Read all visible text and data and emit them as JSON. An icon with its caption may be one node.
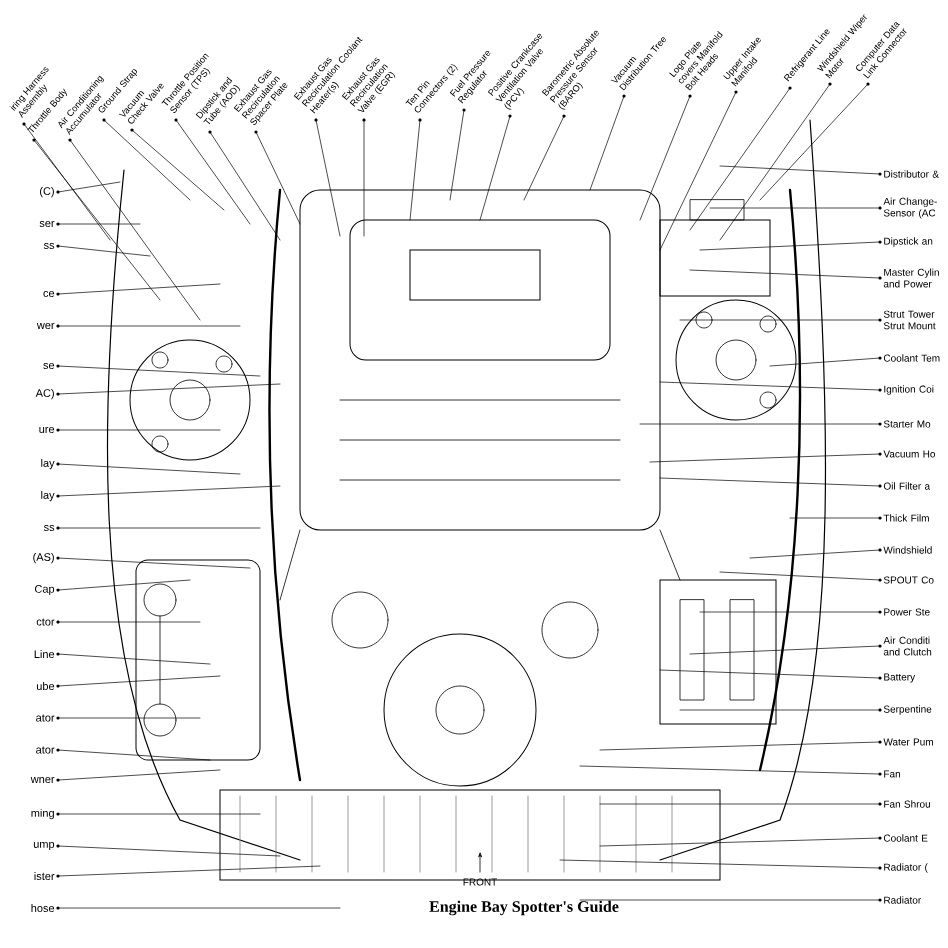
{
  "diagram": {
    "title": "Engine Bay Spotter's Guide",
    "nodes": [
      {
        "text": [
          "iring Harness Assembly"
        ]
      },
      {
        "text": [
          "Throttle Body"
        ]
      },
      {
        "text": [
          "Air Conditioning Accumulator"
        ]
      },
      {
        "text": [
          "Ground Strap"
        ]
      },
      {
        "text": [
          "Vacuum Check Valve"
        ]
      },
      {
        "text": [
          "Throttle Position Sensor (TPS)"
        ]
      },
      {
        "text": [
          "Dipstick and Tube (AOD)"
        ]
      },
      {
        "text": [
          "Exhaust Gas Recirculation Spacer Plate"
        ]
      },
      {
        "text": [
          "Exhaust Gas Recirculation Coolant Heater(s)"
        ]
      },
      {
        "text": [
          "Exhaust Gas Recirculation Valve (EGR)"
        ]
      },
      {
        "text": [
          "Ten Pin Connectors (2)"
        ]
      },
      {
        "text": [
          "Fuel Pressure Regulator"
        ]
      },
      {
        "text": [
          "Positive Crankcase Ventilation Valve (PCV)"
        ]
      },
      {
        "text": [
          "Barometric Absolute Pressure Sensor (BARO)"
        ]
      },
      {
        "text": [
          "Vacuum Distribution Tree"
        ]
      },
      {
        "text": [
          "Logo Plate covers Manifold Bolt Heads"
        ]
      },
      {
        "text": [
          "Upper Intake Manifold"
        ]
      },
      {
        "text": [
          "Refrigerant Line"
        ]
      },
      {
        "text": [
          "Windshield Wiper Motor"
        ]
      },
      {
        "text": [
          "Computer Data Link Connector"
        ]
      },
      {
        "text": [
          "Distributor &"
        ]
      },
      {
        "text": [
          "Air Change- Sensor (AC"
        ]
      },
      {
        "text": [
          "Dipstick an"
        ]
      },
      {
        "text": [
          "Master Cylin and Power"
        ]
      },
      {
        "text": [
          "Strut Tower Strut Mount"
        ]
      },
      {
        "text": [
          "Coolant Tem"
        ]
      },
      {
        "text": [
          "Ignition Coi"
        ]
      },
      {
        "text": [
          "Starter Mo"
        ]
      },
      {
        "text": [
          "Vacuum Ho"
        ]
      },
      {
        "text": [
          "Oil Filter a"
        ]
      },
      {
        "text": [
          "Thick Film"
        ]
      },
      {
        "text": [
          "Windshield"
        ]
      },
      {
        "text": [
          "SPOUT Co"
        ]
      },
      {
        "text": [
          "Power Ste"
        ]
      },
      {
        "text": [
          "Air Conditi and Clutch"
        ]
      },
      {
        "text": [
          "Battery"
        ]
      },
      {
        "text": [
          "Serpentine"
        ]
      },
      {
        "text": [
          "Water Pum"
        ]
      },
      {
        "text": [
          "Fan"
        ]
      },
      {
        "text": [
          "Fan Shrou"
        ]
      },
      {
        "text": [
          "Coolant E"
        ]
      },
      {
        "text": [
          "Radiator ("
        ]
      },
      {
        "text": [
          "Radiator"
        ]
      },
      {
        "text": [
          "(C)"
        ]
      },
      {
        "text": [
          "ser"
        ]
      },
      {
        "text": [
          "ss"
        ]
      },
      {
        "text": [
          "ce"
        ]
      },
      {
        "text": [
          "wer"
        ]
      },
      {
        "text": [
          "se"
        ]
      },
      {
        "text": [
          "AC)"
        ]
      },
      {
        "text": [
          "ure"
        ]
      },
      {
        "text": [
          "lay"
        ]
      },
      {
        "text": [
          "lay"
        ]
      },
      {
        "text": [
          "ss"
        ]
      },
      {
        "text": [
          "(AS)"
        ]
      },
      {
        "text": [
          "Cap"
        ]
      },
      {
        "text": [
          "ctor"
        ]
      },
      {
        "text": [
          "Line"
        ]
      },
      {
        "text": [
          "ube"
        ]
      },
      {
        "text": [
          "ator"
        ]
      },
      {
        "text": [
          "ator"
        ]
      },
      {
        "text": [
          "wner"
        ]
      },
      {
        "text": [
          "ming"
        ]
      },
      {
        "text": [
          "ump"
        ]
      },
      {
        "text": [
          "ister"
        ]
      },
      {
        "text": [
          "hose"
        ]
      }
    ],
    "edges": [
      {
        "from": 0,
        "to": null,
        "arrow": "none"
      },
      {
        "from": 1,
        "to": null,
        "arrow": "none"
      },
      {
        "from": 2,
        "to": null,
        "arrow": "none"
      },
      {
        "from": 3,
        "to": null,
        "arrow": "none"
      },
      {
        "from": 4,
        "to": null,
        "arrow": "none"
      },
      {
        "from": 5,
        "to": null,
        "arrow": "none"
      },
      {
        "from": 6,
        "to": null,
        "arrow": "none"
      },
      {
        "from": 7,
        "to": null,
        "arrow": "none"
      },
      {
        "from": 8,
        "to": null,
        "arrow": "none"
      },
      {
        "from": 9,
        "to": null,
        "arrow": "none"
      },
      {
        "from": 10,
        "to": null,
        "arrow": "none"
      },
      {
        "from": 11,
        "to": null,
        "arrow": "none"
      },
      {
        "from": 12,
        "to": null,
        "arrow": "none"
      },
      {
        "from": 13,
        "to": null,
        "arrow": "none"
      },
      {
        "from": 14,
        "to": null,
        "arrow": "none"
      },
      {
        "from": 15,
        "to": null,
        "arrow": "none"
      },
      {
        "from": 16,
        "to": null,
        "arrow": "none"
      },
      {
        "from": 17,
        "to": null,
        "arrow": "none"
      },
      {
        "from": 18,
        "to": null,
        "arrow": "none"
      },
      {
        "from": 19,
        "to": null,
        "arrow": "none"
      },
      {
        "from": 20,
        "to": null,
        "arrow": "none"
      },
      {
        "from": 21,
        "to": null,
        "arrow": "none"
      },
      {
        "from": 22,
        "to": null,
        "arrow": "none"
      },
      {
        "from": 23,
        "to": null,
        "arrow": "none"
      },
      {
        "from": 24,
        "to": null,
        "arrow": "none"
      },
      {
        "from": 25,
        "to": null,
        "arrow": "none"
      },
      {
        "from": 26,
        "to": null,
        "arrow": "none"
      },
      {
        "from": 27,
        "to": null,
        "arrow": "none"
      },
      {
        "from": 28,
        "to": null,
        "arrow": "none"
      },
      {
        "from": 29,
        "to": null,
        "arrow": "none"
      },
      {
        "from": 30,
        "to": null,
        "arrow": "none"
      },
      {
        "from": 31,
        "to": null,
        "arrow": "none"
      },
      {
        "from": 32,
        "to": null,
        "arrow": "none"
      },
      {
        "from": 33,
        "to": null,
        "arrow": "none"
      },
      {
        "from": 34,
        "to": null,
        "arrow": "none"
      },
      {
        "from": 35,
        "to": null,
        "arrow": "none"
      },
      {
        "from": 36,
        "to": null,
        "arrow": "none"
      },
      {
        "from": 37,
        "to": null,
        "arrow": "none"
      },
      {
        "from": 38,
        "to": null,
        "arrow": "none"
      },
      {
        "from": 39,
        "to": null,
        "arrow": "none"
      },
      {
        "from": 40,
        "to": null,
        "arrow": "none"
      },
      {
        "from": 41,
        "to": null,
        "arrow": "none"
      },
      {
        "from": 42,
        "to": null,
        "arrow": "none"
      },
      {
        "from": 43,
        "to": null,
        "arrow": "none"
      },
      {
        "from": 44,
        "to": null,
        "arrow": "none"
      },
      {
        "from": 45,
        "to": null,
        "arrow": "none"
      },
      {
        "from": 46,
        "to": null,
        "arrow": "none"
      },
      {
        "from": 47,
        "to": null,
        "arrow": "none"
      },
      {
        "from": 48,
        "to": null,
        "arrow": "none"
      },
      {
        "from": 49,
        "to": null,
        "arrow": "none"
      },
      {
        "from": 50,
        "to": null,
        "arrow": "none"
      },
      {
        "from": 51,
        "to": null,
        "arrow": "none"
      },
      {
        "from": 52,
        "to": null,
        "arrow": "none"
      },
      {
        "from": 53,
        "to": null,
        "arrow": "none"
      },
      {
        "from": 54,
        "to": null,
        "arrow": "none"
      },
      {
        "from": 55,
        "to": null,
        "arrow": "none"
      },
      {
        "from": 56,
        "to": null,
        "arrow": "none"
      },
      {
        "from": 57,
        "to": null,
        "arrow": "none"
      },
      {
        "from": 58,
        "to": null,
        "arrow": "none"
      },
      {
        "from": 59,
        "to": null,
        "arrow": "none"
      },
      {
        "from": 60,
        "to": null,
        "arrow": "none"
      },
      {
        "from": 61,
        "to": null,
        "arrow": "none"
      },
      {
        "from": 62,
        "to": null,
        "arrow": "none"
      },
      {
        "from": 63,
        "to": null,
        "arrow": "none"
      },
      {
        "from": 64,
        "to": null,
        "arrow": "none"
      },
      {
        "from": 65,
        "to": null,
        "arrow": "none"
      }
    ],
    "labels": [
      "FRONT"
    ]
  }
}
